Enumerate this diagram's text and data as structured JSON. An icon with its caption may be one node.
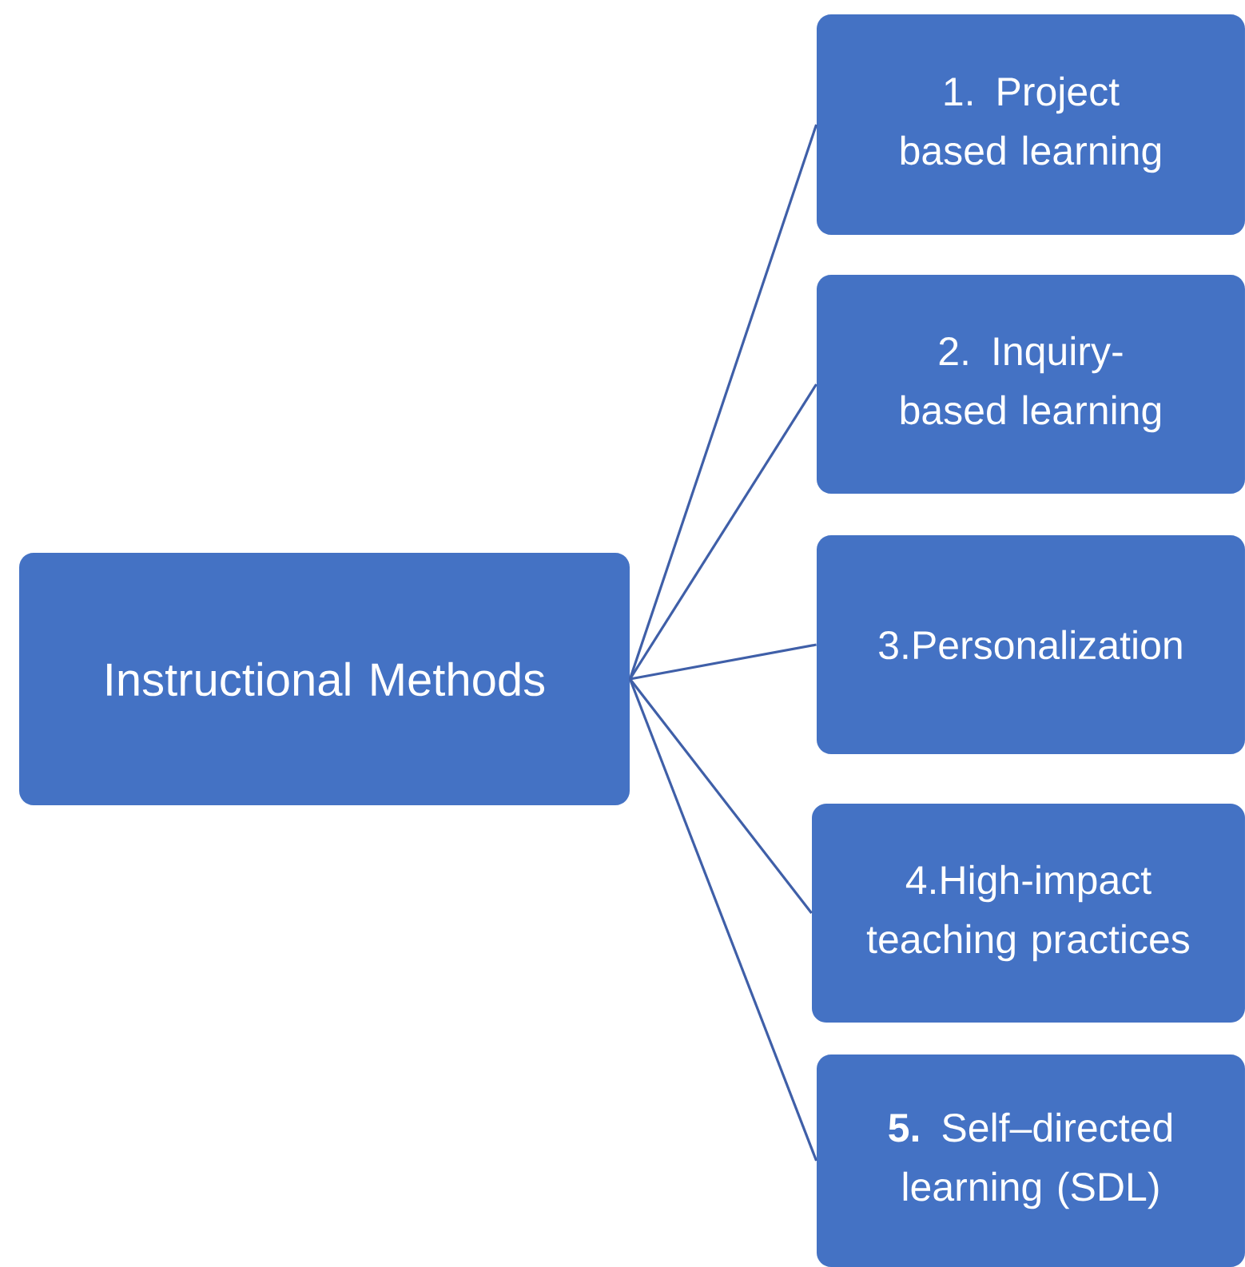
{
  "diagram": {
    "nodes": [
      {
        "text": [
          "Instructional  Methods"
        ]
      },
      {
        "text": [
          "1. Project based learning"
        ]
      },
      {
        "text": [
          "2. Inquiry-based learning"
        ]
      },
      {
        "text": [
          "3.Personalization"
        ]
      },
      {
        "text": [
          "4.High-impact teaching practices"
        ]
      },
      {
        "text": [
          "**5.** Self–directed learning (SDL)"
        ]
      }
    ],
    "edges": [
      {
        "from": 0,
        "to": 1,
        "arrow": "none"
      },
      {
        "from": 0,
        "to": 2,
        "arrow": "none"
      },
      {
        "from": 0,
        "to": 3,
        "arrow": "none"
      },
      {
        "from": 0,
        "to": 4,
        "arrow": "none"
      },
      {
        "from": 0,
        "to": 5,
        "arrow": "none"
      }
    ]
  }
}
